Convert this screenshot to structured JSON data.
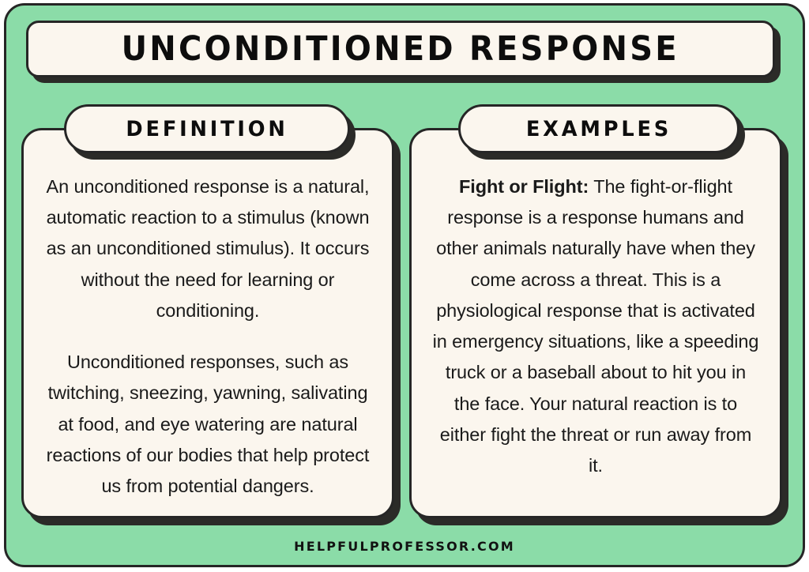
{
  "title": "Unconditioned Response",
  "colors": {
    "background_green": "#8BDCA8",
    "card_cream": "#FBF6EE",
    "outline": "#262626",
    "shadow": "#2B2B28",
    "text": "#1A1A1A",
    "page_white": "#FFFFFF"
  },
  "columns": {
    "definition": {
      "heading": "Definition",
      "paragraphs": [
        "An unconditioned response is a natural, automatic reaction to a stimulus (known as an unconditioned stimulus). It occurs without the need for learning or conditioning.",
        "Unconditioned responses, such as twitching, sneezing, yawning, salivating at food, and eye watering are natural reactions of our bodies that help protect us from potential dangers."
      ]
    },
    "examples": {
      "heading": "Examples",
      "lead_label": "Fight or Flight:",
      "lead_body": " The fight-or-flight response is a response humans and other animals naturally have when they come across a threat. This is a physiological response that is activated in emergency situations, like a speeding truck or a baseball about to hit you in the face. Your natural reaction is to either fight the threat or run away from it."
    }
  },
  "footer": {
    "attribution": "HELPFULPROFESSOR.COM"
  }
}
